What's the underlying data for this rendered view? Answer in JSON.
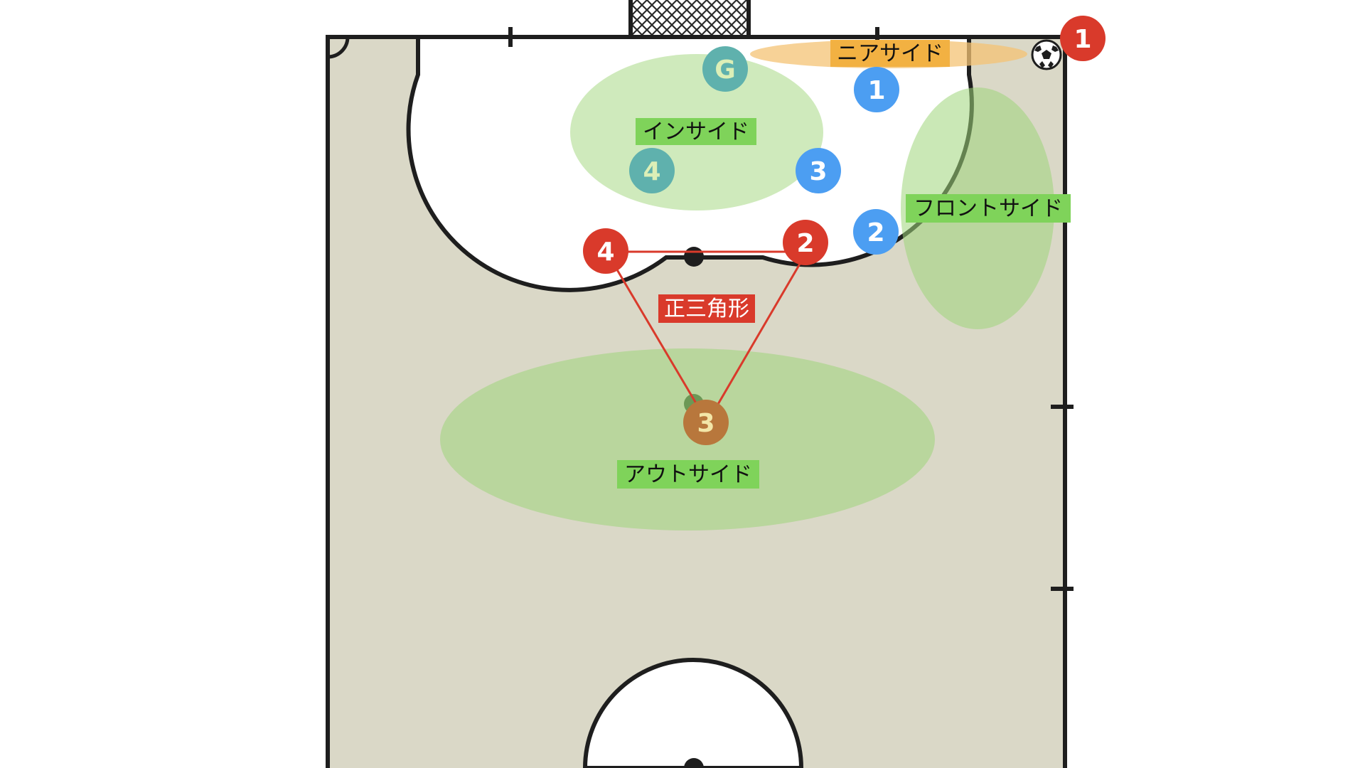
{
  "colors": {
    "court_surface": "#dad8c7",
    "penalty_area": "#ffffff",
    "court_line": "#1e1e1e",
    "zone_green": "#9fd67a",
    "zone_near": "#f4c374",
    "label_green": "#7fd35a",
    "label_orange": "#f2b142",
    "label_red": "#d93a2b",
    "attacker_red": "#d93a2b",
    "defender_blue": "#4c9ef2",
    "defender_teal": "#5fb1ad",
    "attacker_orange": "#b8773c",
    "triangle_line": "#d93a2b"
  },
  "zones": {
    "near_side": "ニアサイド",
    "inside": "インサイド",
    "front_side": "フロントサイド",
    "outside": "アウトサイド"
  },
  "triangle_label": "正三角形",
  "players": {
    "defender_goalkeeper": "G",
    "defender_1": "1",
    "defender_2": "2",
    "defender_3": "3",
    "defender_4": "4",
    "attacker_1": "1",
    "attacker_2": "2",
    "attacker_3": "3",
    "attacker_4": "4"
  },
  "icons": {
    "ball": "soccer-ball-icon",
    "goal": "goal-net-icon"
  }
}
